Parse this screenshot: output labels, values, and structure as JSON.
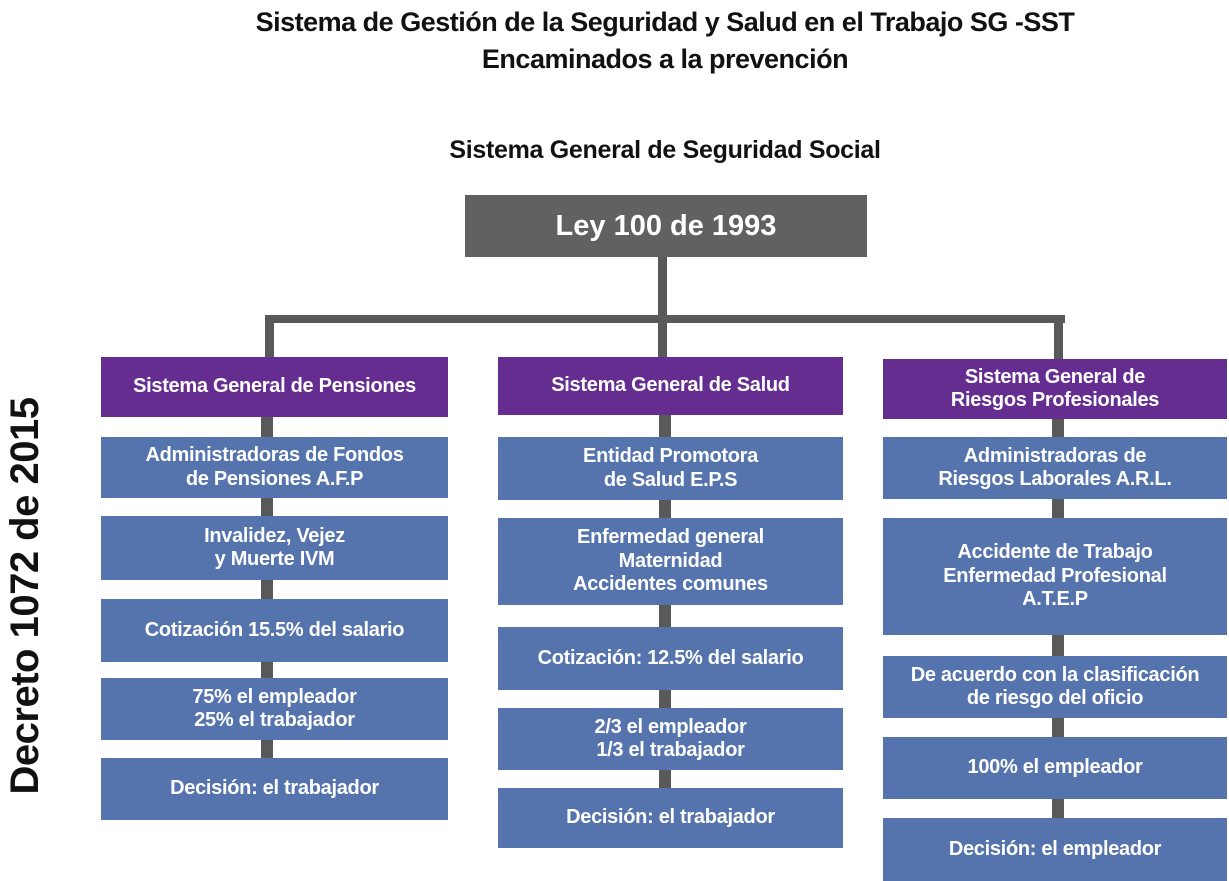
{
  "title": {
    "line1": "Sistema de Gestión de la Seguridad y Salud en el Trabajo SG -SST",
    "line2": "Encaminados a la prevención"
  },
  "subtitle": "Sistema General de Seguridad Social",
  "side_label": "Decreto 1072 de 2015",
  "root": {
    "label": "Ley 100 de 1993"
  },
  "colors": {
    "purple": "#662D91",
    "blue": "#5573AD",
    "gray-box": "#616161",
    "line-gray": "#595959",
    "title-black": "#111111",
    "box-text": "#FFFFFF"
  },
  "columns": [
    {
      "header": "Sistema General de Pensiones",
      "boxes": [
        "Administradoras de Fondos\nde Pensiones A.F.P",
        "Invalidez, Vejez\ny Muerte IVM",
        "Cotización 15.5% del salario",
        "75% el empleador\n25% el trabajador",
        "Decisión: el trabajador"
      ]
    },
    {
      "header": "Sistema General de Salud",
      "boxes": [
        "Entidad Promotora\nde Salud E.P.S",
        "Enfermedad general\nMaternidad\nAccidentes comunes",
        "Cotización: 12.5% del salario",
        "2/3 el empleador\n1/3 el trabajador",
        "Decisión: el trabajador"
      ]
    },
    {
      "header": "Sistema General de\nRiesgos Profesionales",
      "boxes": [
        "Administradoras de\nRiesgos Laborales A.R.L.",
        "Accidente de Trabajo\nEnfermedad Profesional\nA.T.E.P",
        "De acuerdo con la clasificación\nde riesgo del oficio",
        "100% el empleador",
        "Decisión: el empleador"
      ]
    }
  ]
}
